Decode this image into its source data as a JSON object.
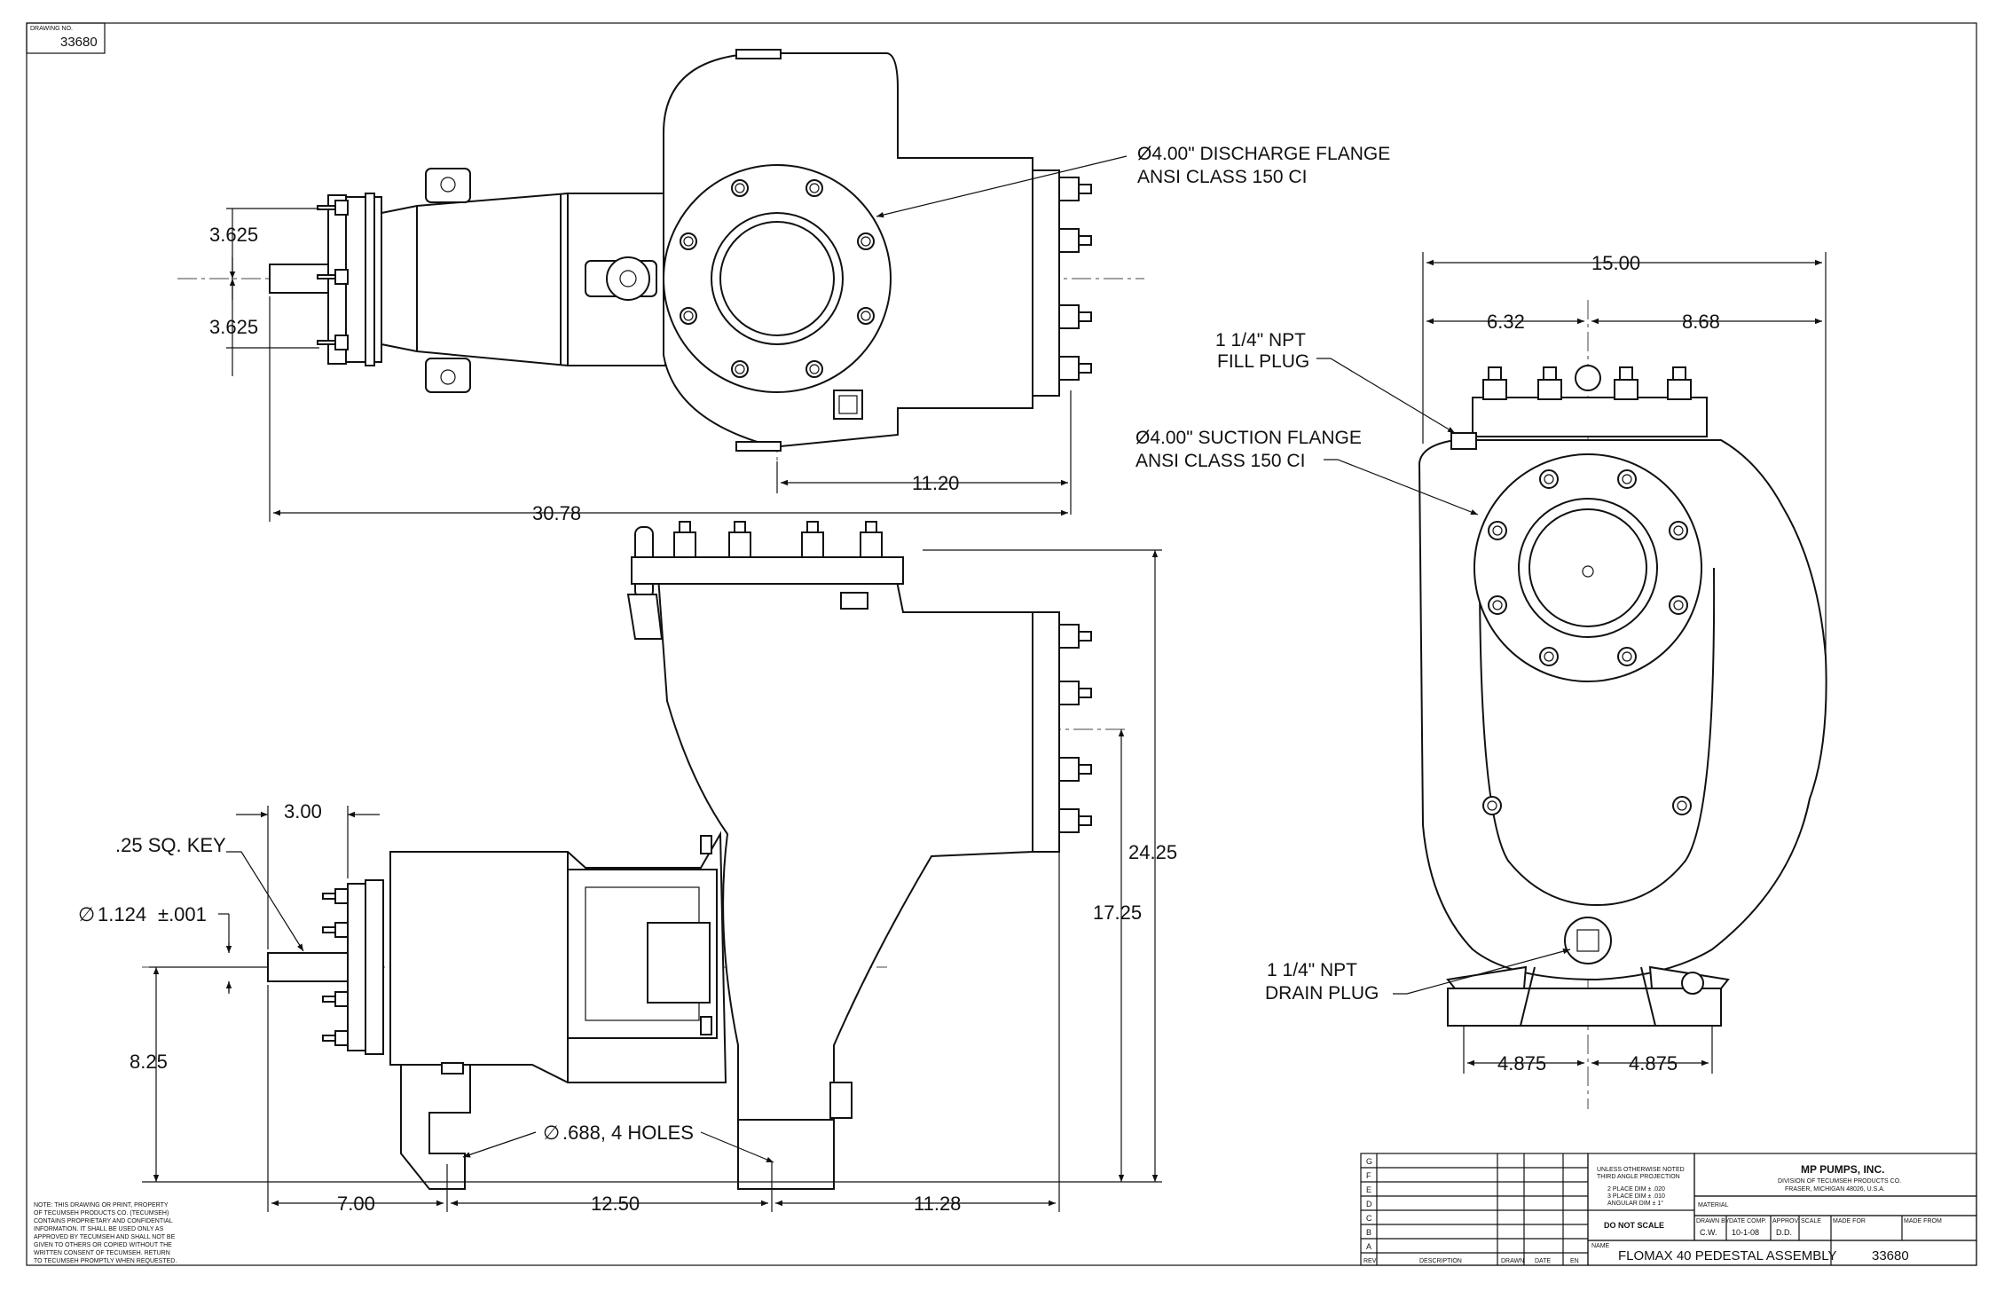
{
  "corner_block": {
    "label": "DRAWING NO.",
    "number": "33680"
  },
  "top_view": {
    "dims": {
      "upper": "3.625",
      "lower": "3.625",
      "d_1120": "11.20",
      "overall": "30.78"
    },
    "callout": {
      "line1": "Ø4.00\" DISCHARGE FLANGE",
      "line2": "ANSI CLASS 150 CI"
    }
  },
  "side_view": {
    "dims": {
      "keyway_len": "3.00",
      "shaft_height": "8.25",
      "h_1725": "17.25",
      "h_2425": "24.25",
      "base_700": "7.00",
      "base_1250": "12.50",
      "base_1128": "11.28"
    },
    "key_label": ".25 SQ. KEY",
    "shaft_dia": {
      "symbol": "∅",
      "value": "1.124",
      "tol": "±.001"
    },
    "holes": {
      "symbol": "∅",
      "text": ".688, 4 HOLES"
    }
  },
  "end_view": {
    "dims": {
      "overall": "15.00",
      "left": "6.32",
      "right": "8.68",
      "base_left": "4.875",
      "base_right": "4.875"
    },
    "fill_plug": {
      "line1": "1 1/4\" NPT",
      "line2": "FILL PLUG"
    },
    "suction": {
      "line1": "Ø4.00\" SUCTION FLANGE",
      "line2": "ANSI CLASS 150 CI"
    },
    "drain_plug": {
      "line1": "1 1/4\" NPT",
      "line2": "DRAIN PLUG"
    }
  },
  "note": [
    "NOTE: THIS DRAWING OR PRINT, PROPERTY",
    "OF TECUMSEH PRODUCTS CO. (TECUMSEH)",
    "CONTAINS PROPRIETARY AND CONFIDENTIAL",
    "INFORMATION. IT SHALL BE USED ONLY AS",
    "APPROVED BY TECUMSEH AND SHALL NOT BE",
    "GIVEN TO OTHERS OR COPIED WITHOUT THE",
    "WRITTEN CONSENT OF TECUMSEH. RETURN",
    "TO TECUMSEH PROMPTLY WHEN REQUESTED."
  ],
  "title_block": {
    "rev_letters": [
      "G",
      "F",
      "E",
      "D",
      "C",
      "B",
      "A"
    ],
    "rev_headers": {
      "rev": "REV",
      "description": "DESCRIPTION",
      "drawn": "DRAWN",
      "date": "DATE",
      "en": "EN"
    },
    "tolerances": [
      "UNLESS OTHERWISE NOTED",
      "THIRD ANGLE PROJECTION",
      "2 PLACE DIM ± .020",
      "3 PLACE DIM ± .010",
      "ANGULAR DIM ± 1°"
    ],
    "do_not_scale": "DO NOT SCALE",
    "company": {
      "name": "MP PUMPS, INC.",
      "division": "DIVISION OF TECUMSEH PRODUCTS CO.",
      "address": "FRASER, MICHIGAN 48026, U.S.A."
    },
    "material_label": "MATERIAL",
    "fields": {
      "drawn_by_label": "DRAWN BY",
      "drawn_by": "C.W.",
      "date_comp_label": "DATE COMP.",
      "date_comp": "10-1-08",
      "approv_label": "APPROV.",
      "approv": "D.D.",
      "scale_label": "SCALE",
      "made_for_label": "MADE FOR",
      "made_from_label": "MADE FROM"
    },
    "name_label": "NAME",
    "name": "FLOMAX 40 PEDESTAL ASSEMBLY",
    "drawing_number": "33680"
  }
}
